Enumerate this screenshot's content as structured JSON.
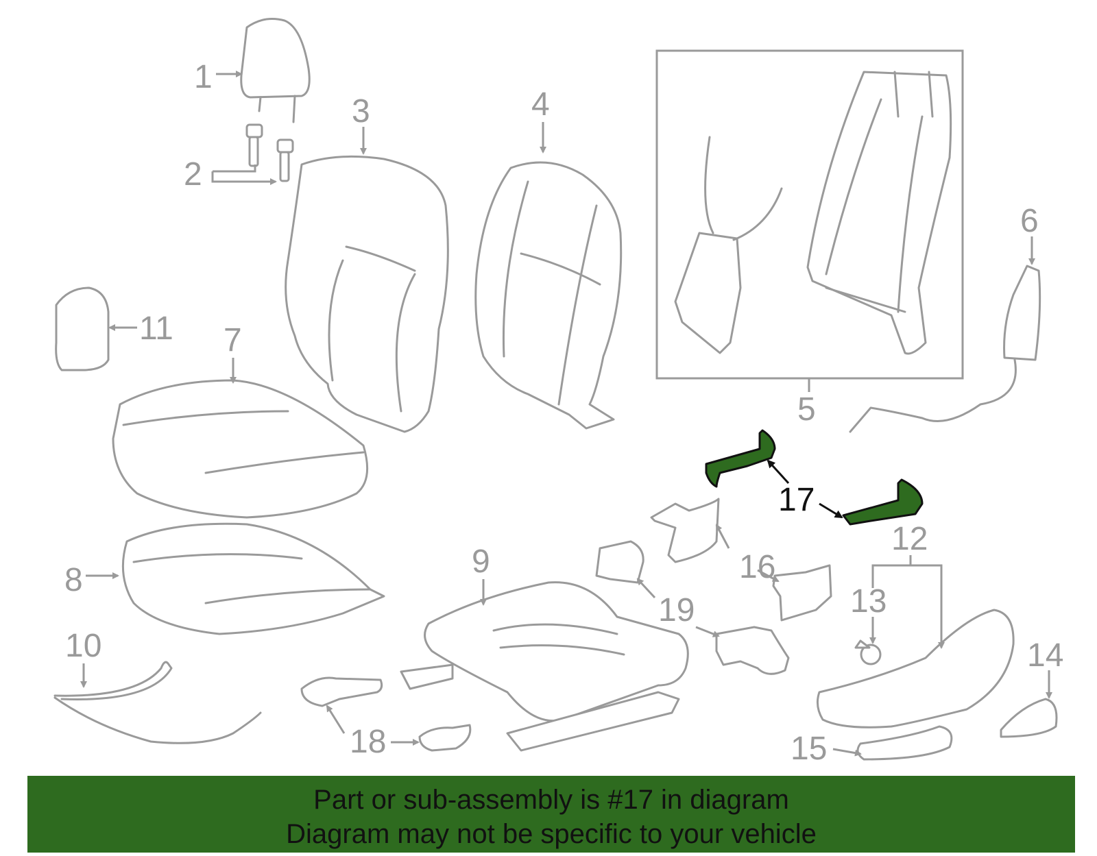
{
  "diagram": {
    "callouts": [
      "1",
      "2",
      "3",
      "4",
      "5",
      "6",
      "7",
      "8",
      "9",
      "10",
      "11",
      "12",
      "13",
      "14",
      "15",
      "16",
      "17",
      "18",
      "19"
    ],
    "highlighted_callout": "17"
  },
  "banner": {
    "line1": "Part or sub-assembly is #17 in diagram",
    "line2": "Diagram may not be specific to your vehicle",
    "background_color": "#2e6b1f",
    "text_color": "#111111"
  },
  "colors": {
    "part_outline": "#9a9a9a",
    "highlight_fill": "#2e6b1f"
  }
}
